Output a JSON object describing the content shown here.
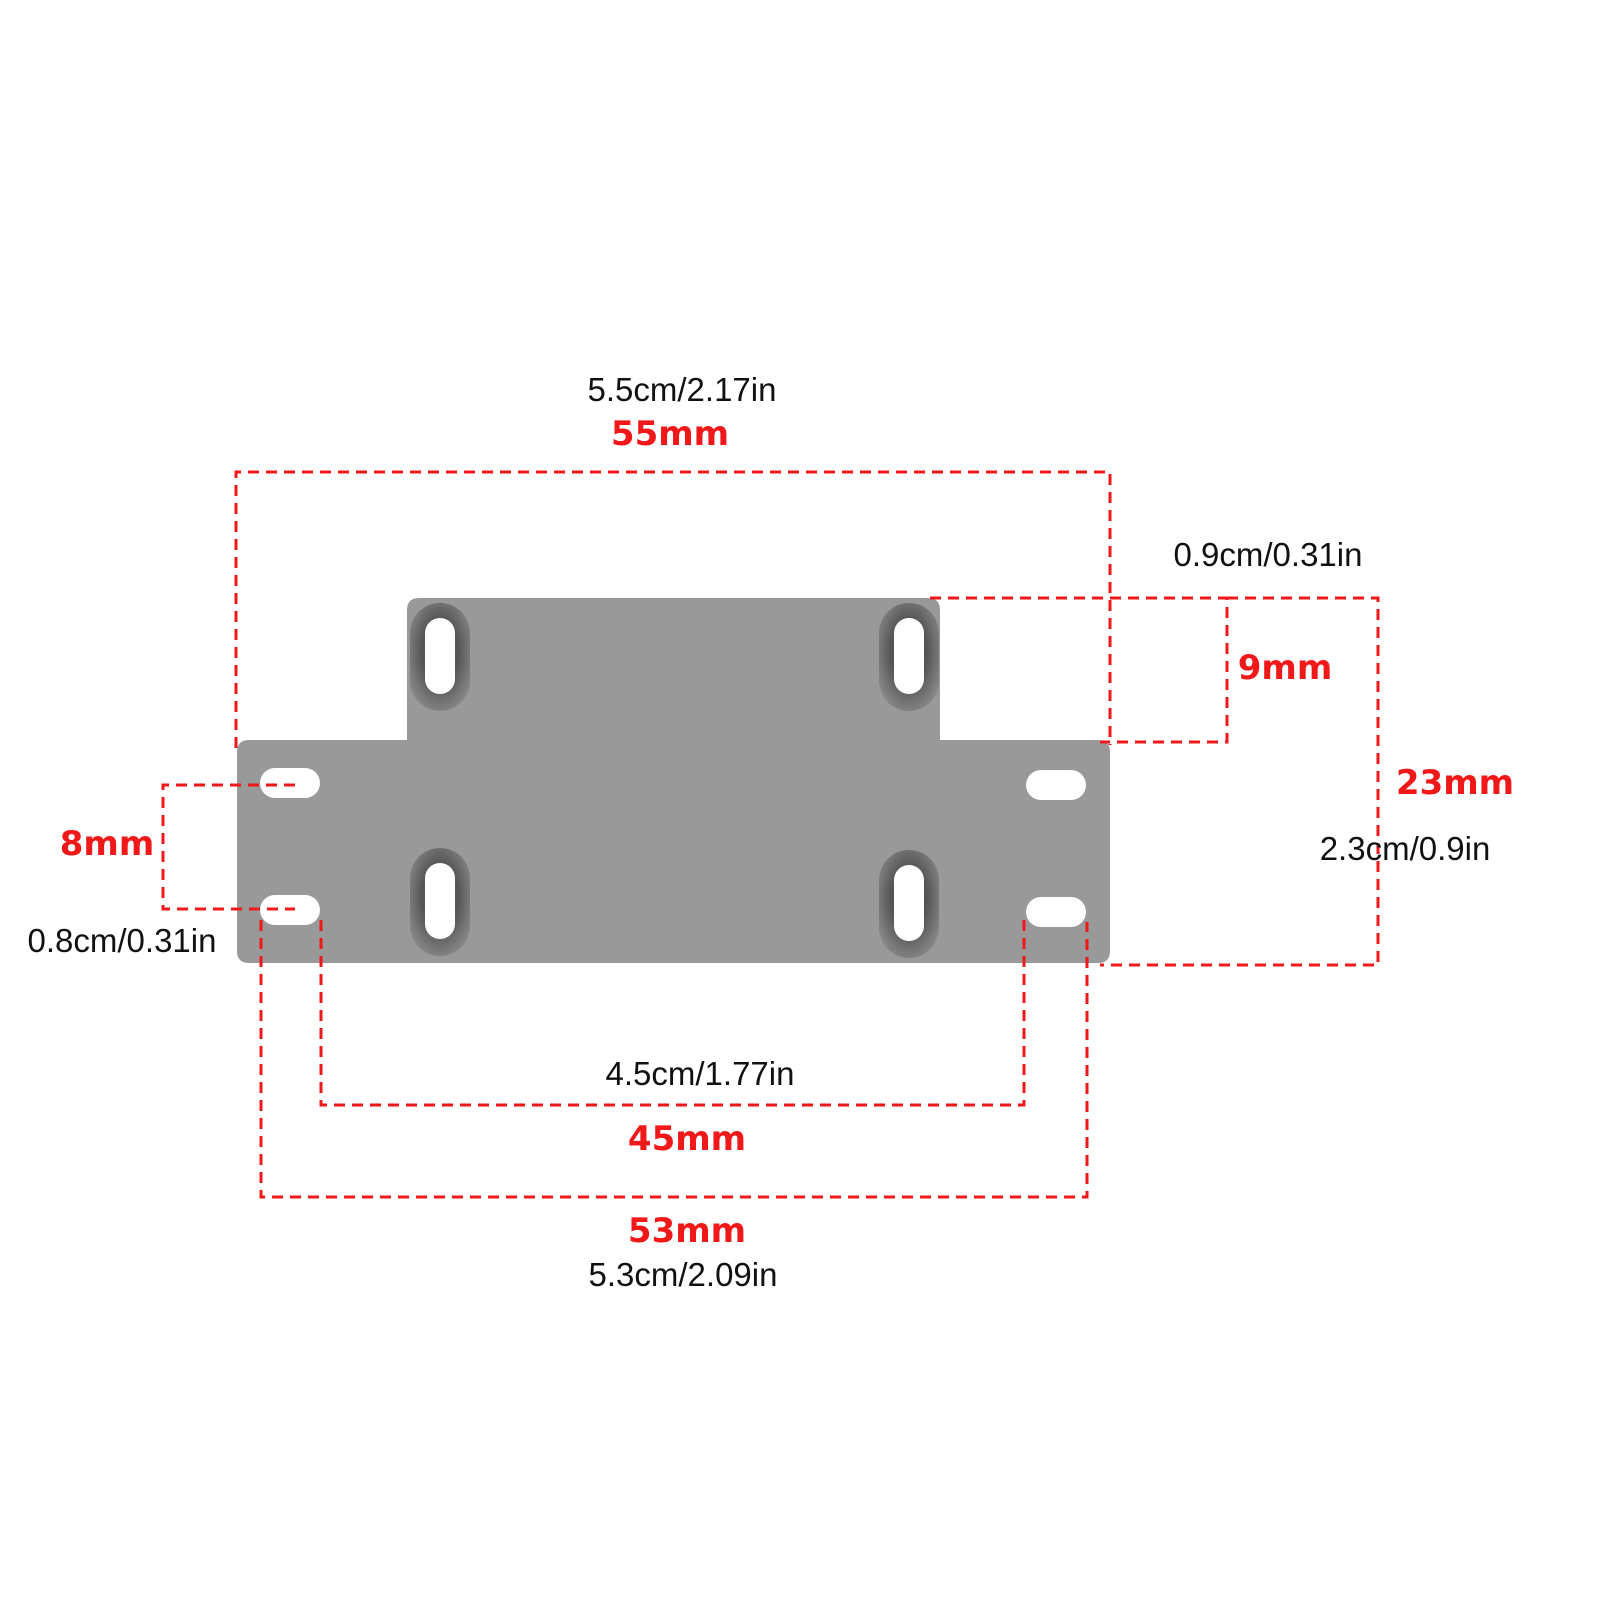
{
  "colors": {
    "plate": "#999999",
    "dimension": "#f01818",
    "text": "#111111"
  },
  "dimensions": {
    "overall_width": {
      "mm": "55mm",
      "imperial": "5.5cm/2.17in"
    },
    "tab_height": {
      "mm": "9mm",
      "imperial": "0.9cm/0.31in"
    },
    "overall_height": {
      "mm": "23mm",
      "imperial": "2.3cm/0.9in"
    },
    "slot_spacing_vertical": {
      "mm": "8mm",
      "imperial": "0.8cm/0.31in"
    },
    "inner_slot_spacing": {
      "mm": "45mm",
      "imperial": "4.5cm/1.77in"
    },
    "outer_slot_spacing": {
      "mm": "53mm",
      "imperial": "5.3cm/2.09in"
    }
  }
}
